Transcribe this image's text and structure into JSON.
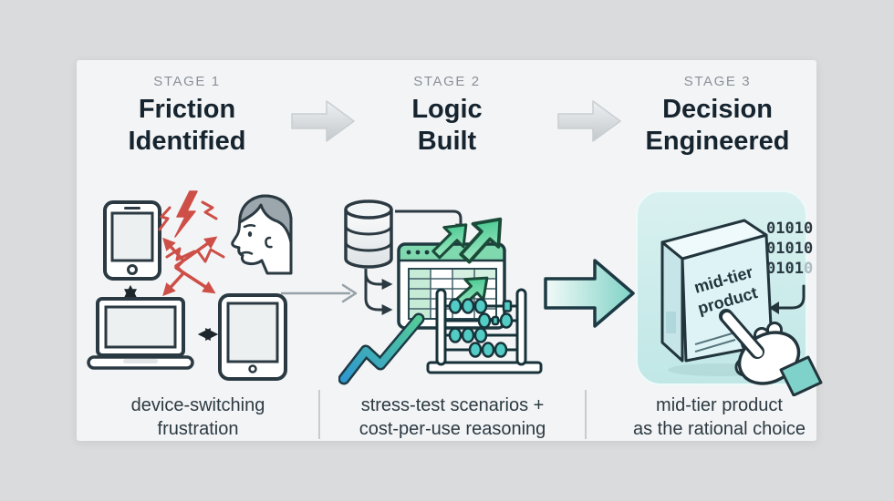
{
  "stages": [
    {
      "label": "STAGE 1",
      "title_line1": "Friction",
      "title_line2": "Identified",
      "caption_line1": "device-switching",
      "caption_line2": "frustration"
    },
    {
      "label": "STAGE 2",
      "title_line1": "Logic",
      "title_line2": "Built",
      "caption_line1": "stress-test scenarios +",
      "caption_line2": "cost-per-use reasoning"
    },
    {
      "label": "STAGE 3",
      "title_line1": "Decision",
      "title_line2": "Engineered",
      "caption_line1": "mid-tier product",
      "caption_line2": "as the rational choice"
    }
  ],
  "stage3_artwork": {
    "box_label_line1": "mid-tier",
    "box_label_line2": "product",
    "binary_row1": "01010",
    "binary_row2": "01010",
    "binary_row3_main": "0101",
    "binary_row3_last": "0"
  },
  "icon_map": {
    "smartphone-icon": "outlined phone with screen and home button",
    "laptop-icon": "outlined laptop with base bar",
    "tablet-icon": "outlined tablet with home dot",
    "frustrated-user-icon": "head profile with gray hair and frown",
    "conflict-bolts-icon": "red lightning bolts and zigzags",
    "crossed-zigzag-arrows-icon": "red double-headed zigzag arrows crossing",
    "sync-arrows-icon": "black double-headed arrows between devices",
    "database-icon": "gray stacked cylinder",
    "flow-arrows-icon": "elbow and curved arrows from database to sheet",
    "spreadsheet-window-icon": "window with green title bar and grid",
    "growth-arrows-icon": "three green block arrows pointing up-right",
    "abacus-icon": "abacus frame with teal beads",
    "trend-line-icon": "blue-to-green zigzag rising line",
    "product-box-icon": "3D software box on teal tile",
    "binary-code-text": "three rows of 01010",
    "return-arrow-icon": "curved arrow pointing left at box",
    "pointing-hand-icon": "hand with extended index finger and teal cuff",
    "silver-block-arrow-icon": "light gray block arrow between headers",
    "thin-line-arrow-icon": "thin gray line arrow",
    "teal-block-arrow-icon": "teal outlined block arrow"
  },
  "colors": {
    "page_bg": "#dadbdc",
    "panel_bg": "#f3f4f6",
    "title_text": "#15242e",
    "stage_label_text": "#8a9199",
    "caption_text": "#2c3a42",
    "outline_dark": "#2b3a42",
    "red_accent": "#cd4f47",
    "green_accent": "#35c286",
    "teal_accent": "#52ccc5",
    "tile_bg": "#cfecea",
    "silver_arrow": "#d4d8db"
  }
}
